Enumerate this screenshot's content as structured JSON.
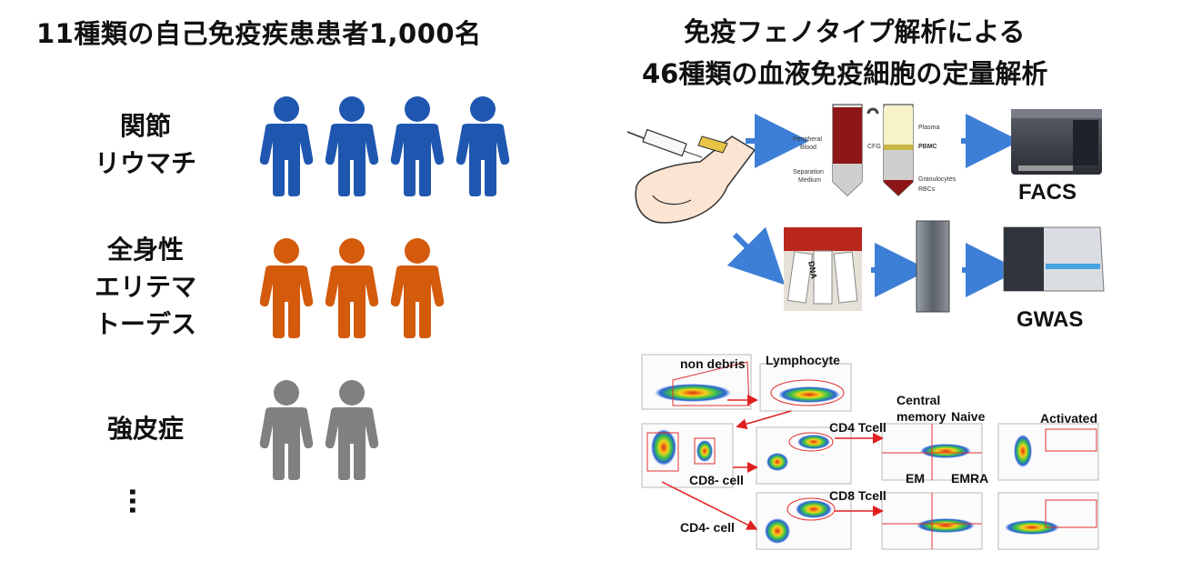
{
  "left": {
    "title": "11種類の自己免疫疾患患者1,000名",
    "diseases": [
      {
        "lines": [
          "関節",
          "リウマチ"
        ],
        "count": 4,
        "color": "#1f57b0"
      },
      {
        "lines": [
          "全身性",
          "エリテマ",
          "トーデス"
        ],
        "count": 3,
        "color": "#d45a0c"
      },
      {
        "lines": [
          "強皮症"
        ],
        "count": 2,
        "color": "#808080"
      }
    ],
    "ellipsis": "…"
  },
  "right": {
    "title_line1": "免疫フェノタイプ解析による",
    "title_line2": "46種類の血液免疫細胞の定量解析",
    "tube": {
      "left_labels": [
        "Peripheral",
        "Blood",
        "Separation",
        "Medium"
      ],
      "cfg": "CFG",
      "right_labels": [
        "Plasma",
        "PBMC",
        "Granulocytes",
        "RBCs"
      ]
    },
    "dna_label": "DNA",
    "facs": "FACS",
    "gwas": "GWAS",
    "gating": {
      "non_debris": "non debris",
      "lymphocyte": "Lymphocyte",
      "cd4_tcell": "CD4 Tcell",
      "cd8_tcell": "CD8 Tcell",
      "cd8_minus": "CD8- cell",
      "cd4_minus": "CD4- cell",
      "central_memory_1": "Central",
      "central_memory_2": "memory",
      "naive": "Naive",
      "activated": "Activated",
      "em": "EM",
      "emra": "EMRA"
    },
    "colors": {
      "arrow": "#3d7fd6",
      "red_arrow": "#e02020",
      "blood": "#8e1616"
    }
  }
}
